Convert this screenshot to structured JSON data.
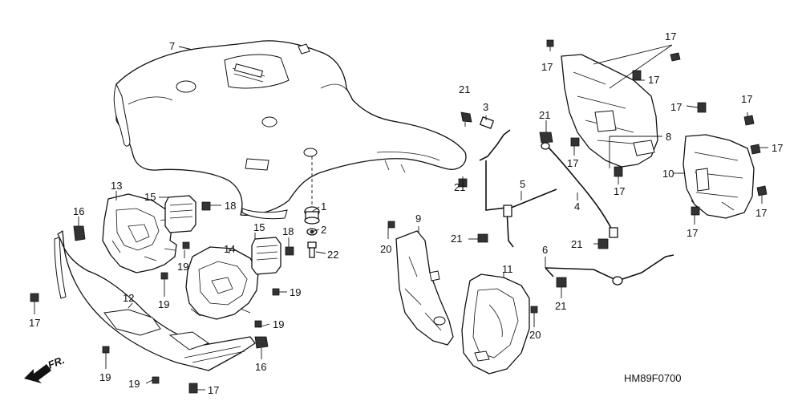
{
  "diagram": {
    "part_code": "HM89F0700",
    "direction_label": "FR.",
    "callouts": [
      {
        "id": "c7",
        "label": "7"
      },
      {
        "id": "c17a",
        "label": "17"
      },
      {
        "id": "c17b",
        "label": "17"
      },
      {
        "id": "c17c",
        "label": "17"
      },
      {
        "id": "c17d",
        "label": "17"
      },
      {
        "id": "c17e",
        "label": "17"
      },
      {
        "id": "c17f",
        "label": "17"
      },
      {
        "id": "c17g",
        "label": "17"
      },
      {
        "id": "c17h",
        "label": "17"
      },
      {
        "id": "c17i",
        "label": "17"
      },
      {
        "id": "c17j",
        "label": "17"
      },
      {
        "id": "c17k",
        "label": "17"
      },
      {
        "id": "c21a",
        "label": "21"
      },
      {
        "id": "c3",
        "label": "3"
      },
      {
        "id": "c21b",
        "label": "21"
      },
      {
        "id": "c21c",
        "label": "21"
      },
      {
        "id": "c8",
        "label": "8"
      },
      {
        "id": "c10",
        "label": "10"
      },
      {
        "id": "c5",
        "label": "5"
      },
      {
        "id": "c4",
        "label": "4"
      },
      {
        "id": "c9",
        "label": "9"
      },
      {
        "id": "c21d",
        "label": "21"
      },
      {
        "id": "c21e",
        "label": "21"
      },
      {
        "id": "c20a",
        "label": "20"
      },
      {
        "id": "c6",
        "label": "6"
      },
      {
        "id": "c11",
        "label": "11"
      },
      {
        "id": "c21f",
        "label": "21"
      },
      {
        "id": "c20b",
        "label": "20"
      },
      {
        "id": "c13",
        "label": "13"
      },
      {
        "id": "c15a",
        "label": "15"
      },
      {
        "id": "c18a",
        "label": "18"
      },
      {
        "id": "c1",
        "label": "1"
      },
      {
        "id": "c2",
        "label": "2"
      },
      {
        "id": "c16a",
        "label": "16"
      },
      {
        "id": "c15b",
        "label": "15"
      },
      {
        "id": "c18b",
        "label": "18"
      },
      {
        "id": "c22",
        "label": "22"
      },
      {
        "id": "c14",
        "label": "14"
      },
      {
        "id": "c19a",
        "label": "19"
      },
      {
        "id": "c19b",
        "label": "19"
      },
      {
        "id": "c19c",
        "label": "19"
      },
      {
        "id": "c19d",
        "label": "19"
      },
      {
        "id": "c12",
        "label": "12"
      },
      {
        "id": "c19e",
        "label": "19"
      },
      {
        "id": "c19f",
        "label": "19"
      },
      {
        "id": "c16b",
        "label": "16"
      }
    ]
  }
}
